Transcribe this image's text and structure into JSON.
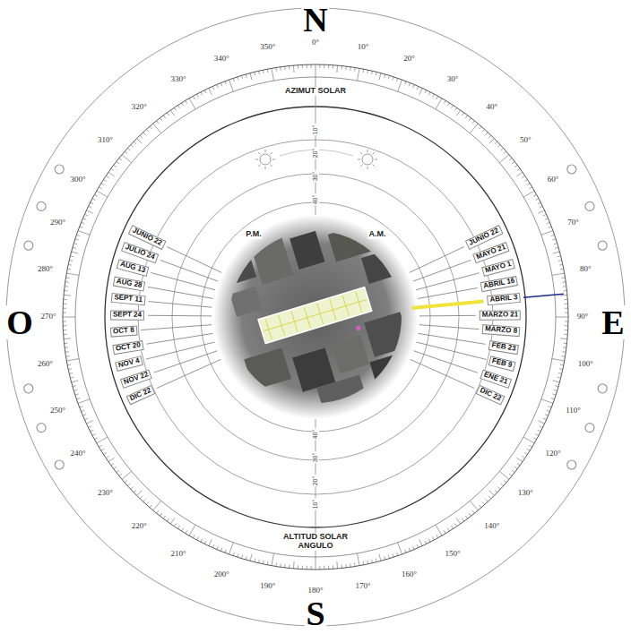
{
  "diagram": {
    "labels": [
      "N",
      "O",
      "E",
      "S",
      "0°",
      "10°",
      "20°",
      "30°",
      "40°",
      "50°",
      "60°",
      "70°",
      "80°",
      "90°",
      "100°",
      "110°",
      "120°",
      "130°",
      "140°",
      "150°",
      "160°",
      "170°",
      "180°",
      "190°",
      "200°",
      "210°",
      "220°",
      "230°",
      "240°",
      "250°",
      "260°",
      "270°",
      "280°",
      "290°",
      "300°",
      "310°",
      "320°",
      "330°",
      "340°",
      "350°",
      "AZIMUT SOLAR",
      "ALTITUD SOLAR ANGULO",
      "P.M.",
      "A.M.",
      "JUNIO 22",
      "JULIO 24",
      "AUG 13",
      "AUG 28",
      "SEPT 11",
      "SEPT 24",
      "OCT 8",
      "OCT 20",
      "NOV 4",
      "NOV 22",
      "DIC 22",
      "JUNIO 22",
      "MAYO 21",
      "MAYO 1",
      "ABRIL 16",
      "ABRIL 3",
      "MARZO 21",
      "MARZO 8",
      "FEB 23",
      "FEB 9",
      "ENE 21",
      "DIC 22",
      "10°",
      "20°",
      "30°",
      "40°",
      "10°",
      "20°",
      "30°",
      "40°"
    ]
  }
}
